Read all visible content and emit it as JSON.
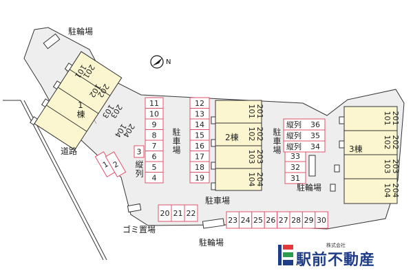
{
  "labels": {
    "bike_top": "駐輪場",
    "road": "道路",
    "parking_center_v": "駐車場",
    "parking_right_v": "駐車場",
    "parking_bottom": "駐車場",
    "tandem_left": "縦列",
    "bike_right": "駐輪場",
    "bike_bottom": "駐輪場",
    "garbage": "ゴミ置場"
  },
  "compass": {
    "mark": "N"
  },
  "buildings": [
    {
      "name": "1棟",
      "units": [
        [
          "201",
          "101"
        ],
        [
          "202",
          "102"
        ],
        [
          "203",
          "103"
        ],
        [
          "204",
          "104"
        ]
      ]
    },
    {
      "name": "2棟",
      "units": [
        [
          "201",
          "101"
        ],
        [
          "202",
          "102"
        ],
        [
          "203",
          "103"
        ],
        [
          "204",
          "104"
        ]
      ]
    },
    {
      "name": "3棟",
      "units": [
        [
          "201",
          "101"
        ],
        [
          "202",
          "102"
        ],
        [
          "203",
          "103"
        ],
        [
          "204",
          "104"
        ]
      ]
    }
  ],
  "parking": {
    "col_a": [
      "11",
      "10",
      "9",
      "8",
      "7",
      "6",
      "5",
      "4"
    ],
    "col_b": [
      "12",
      "13",
      "14",
      "15",
      "16",
      "17",
      "18",
      "19"
    ],
    "left_pair": [
      "1",
      "2"
    ],
    "slot_3": "3",
    "bottom_left": [
      "20",
      "21",
      "22"
    ],
    "bottom_right": [
      "23",
      "24",
      "25",
      "26",
      "27",
      "28",
      "29",
      "30"
    ],
    "right_col": [
      "33",
      "32",
      "31"
    ],
    "tandem_rows": [
      {
        "label": "縦列",
        "num": "36"
      },
      {
        "label": "縦列",
        "num": "35"
      },
      {
        "label": "縦列",
        "num": "34"
      }
    ]
  },
  "logo": {
    "company_small": "株式会社",
    "company": "駅前不動産"
  },
  "colors": {
    "parking_stroke": "#e0506a",
    "building_fill": "#fbf6cf",
    "site_fill": "#eeeeee"
  }
}
